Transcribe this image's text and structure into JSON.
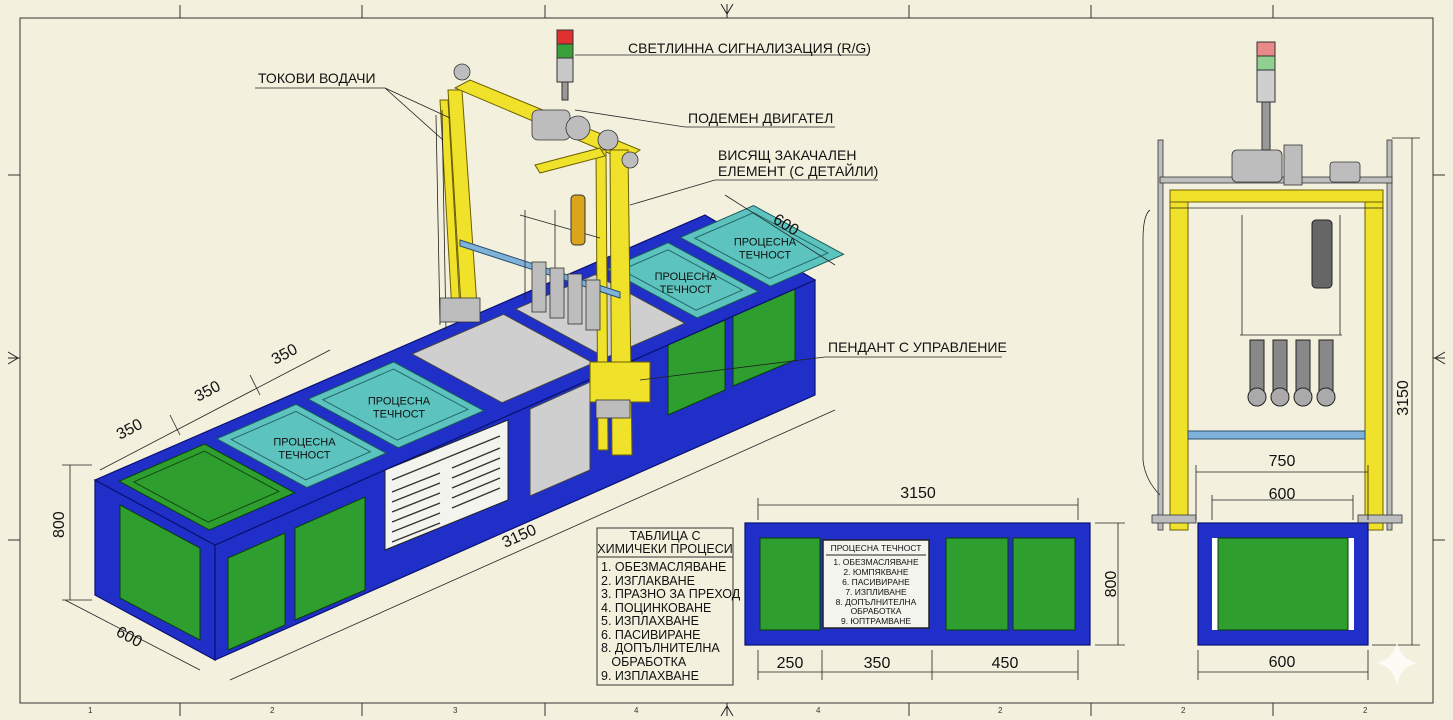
{
  "sheet": {
    "zone_numbers": [
      "1",
      "2",
      "3",
      "4",
      "4",
      "2",
      "2",
      "2"
    ]
  },
  "iso_view": {
    "callouts": {
      "light": "СВЕТЛИННА СИГНАЛИЗАЦИЯ (R/G)",
      "conductors": "ТОКОВИ ВОДАЧИ",
      "motor": "ПОДЕМЕН ДВИГАТЕЛ",
      "element_line1": "ВИСЯЩ ЗАКАЧАЛЕН",
      "element_line2": "ЕЛЕМЕНТ (С ДЕТАЙЛИ)",
      "pendant": "ПЕНДАНТ С УПРАВЛЕНИЕ"
    },
    "tank_label_line1": "ПРОЦЕСНА",
    "tank_label_line2": "ТЕЧНОСТ",
    "dimensions": {
      "cell1": "350",
      "cell2": "350",
      "cell3": "350",
      "length": "3150",
      "width_back": "600",
      "width_front": "600",
      "height": "800"
    }
  },
  "process_table": {
    "title_line1": "ТАБЛИЦА С",
    "title_line2": "ХИМИЧЕКИ ПРОЦЕСИ",
    "rows": [
      "1. ОБЕЗМАСЛЯВАНЕ",
      "2. ИЗГЛАКВАНЕ",
      "3. ПРАЗНО ЗА ПРЕХОД",
      "4. ПОЦИНКОВАНЕ",
      "5. ИЗПЛАХВАНЕ",
      "6. ПАСИВИРАНЕ",
      "8. ДОПЪЛНИТЕЛНА",
      "   ОБРАБОТКА",
      "9. ИЗПЛАХВАНЕ"
    ]
  },
  "front_view": {
    "plate_title": "ПРОЦЕСНА ТЕЧНОСТ",
    "plate_rows": [
      "1. ОБЕЗМАСЛЯВАНЕ",
      "2. ЮМПЯКВАНЕ",
      "6. ПАСИВИРАНЕ",
      "7. ИЗПЛИВАНЕ",
      "8. ДОПЪЛНИТЕЛНА",
      "ОБРАБОТКА",
      "9. ЮПТРАМВАНЕ"
    ],
    "dimensions": {
      "length": "3150",
      "height": "800",
      "seg1": "250",
      "seg2": "350",
      "seg3": "450"
    }
  },
  "side_view": {
    "dimensions": {
      "inner": "750",
      "tank_top": "600",
      "tank_bottom": "600",
      "height": "3150"
    }
  },
  "colors": {
    "frame": "#1f2fc8",
    "tank": "#2e9e2e",
    "liquid": "#5cc3be",
    "gantry": "#f0e12a",
    "paper": "#f3f1de"
  }
}
